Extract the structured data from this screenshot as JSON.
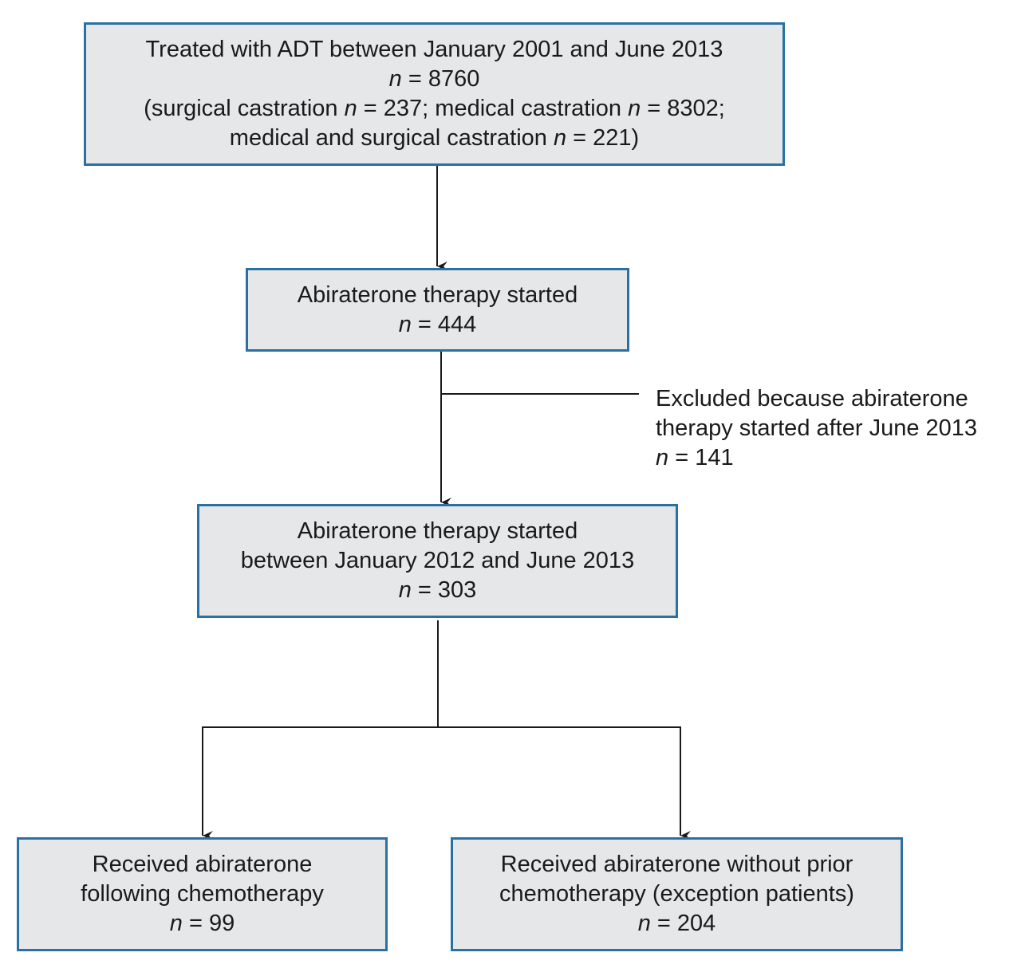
{
  "boxes": {
    "adt": {
      "line1": "Treated with ADT between January 2001 and June 2013",
      "n_label": "n",
      "n_value": " = 8760",
      "line3a": "(surgical castration ",
      "line3b": " = 237; medical castration ",
      "line3c": " = 8302;",
      "line4a": "medical and surgical castration ",
      "line4b": " = 221)"
    },
    "abiraterone_started": {
      "line1": "Abiraterone therapy started",
      "n_label": "n",
      "n_value": " = 444"
    },
    "abiraterone_period": {
      "line1": "Abiraterone therapy started",
      "line2": "between January 2012 and June 2013",
      "n_label": "n",
      "n_value": " = 303"
    },
    "following_chemo": {
      "line1": "Received abiraterone",
      "line2": "following chemotherapy",
      "n_label": "n",
      "n_value": " = 99"
    },
    "without_chemo": {
      "line1": "Received abiraterone without prior",
      "line2": "chemotherapy (exception patients)",
      "n_label": "n",
      "n_value": " = 204"
    }
  },
  "exclusion": {
    "line1": "Excluded because abiraterone",
    "line2": "therapy started after June 2013",
    "n_label": "n",
    "n_value": " = 141"
  },
  "colors": {
    "box_border": "#2a70a2",
    "box_fill": "#e6e7e9",
    "connector": "#1a1a1a"
  }
}
